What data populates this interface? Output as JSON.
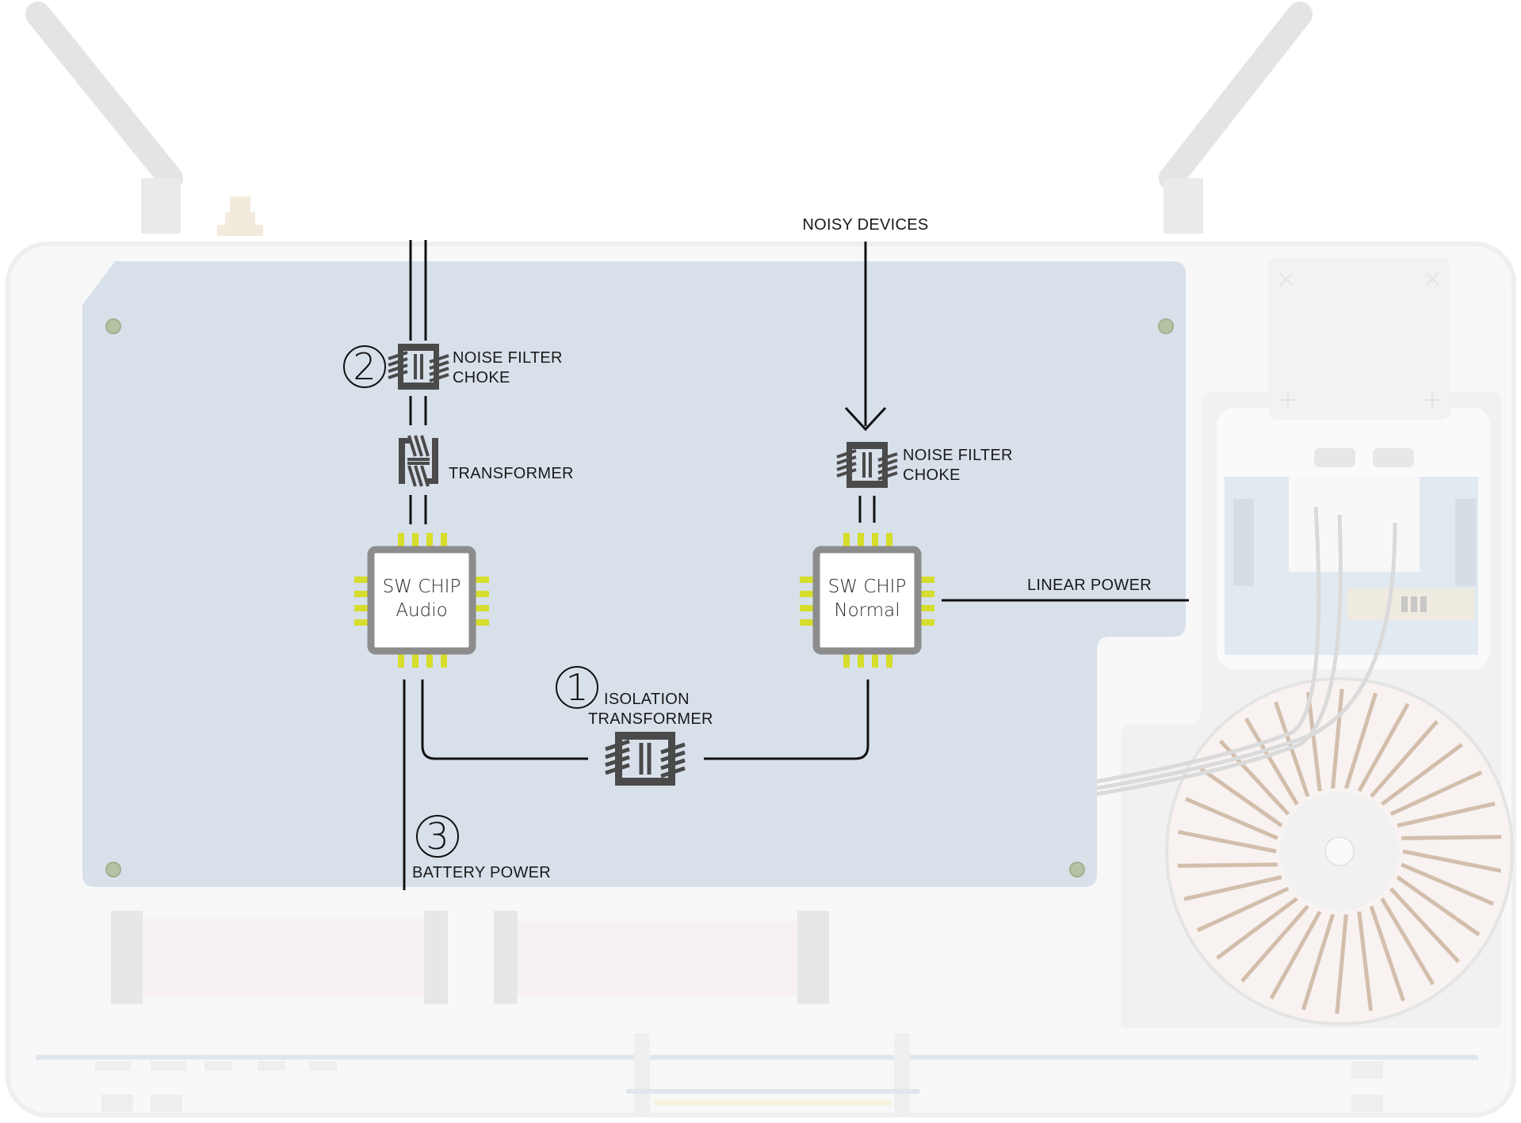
{
  "labels": {
    "noisy_devices": "NOISY DEVICES",
    "noise_filter_choke_left_l1": "NOISE FILTER",
    "noise_filter_choke_left_l2": "CHOKE",
    "transformer": "TRANSFORMER",
    "noise_filter_choke_right_l1": "NOISE FILTER",
    "noise_filter_choke_right_l2": "CHOKE",
    "linear_power": "LINEAR POWER",
    "isolation_l1": "ISOLATION",
    "isolation_l2": "TRANSFORMER",
    "battery_power": "BATTERY POWER"
  },
  "chips": {
    "audio": {
      "line1": "SW CHIP",
      "line2": "Audio"
    },
    "normal": {
      "line1": "SW CHIP",
      "line2": "Normal"
    }
  },
  "markers": {
    "one": "1",
    "two": "2",
    "three": "3"
  },
  "colors": {
    "board": "#d8e0ea",
    "chip_pins": "#d6dd2a",
    "chip_frame": "#8c8c8c",
    "wire": "#111111",
    "component": "#4a4a4a",
    "enclosure": "#e9e9e9",
    "toroid": "#b08a6a"
  }
}
